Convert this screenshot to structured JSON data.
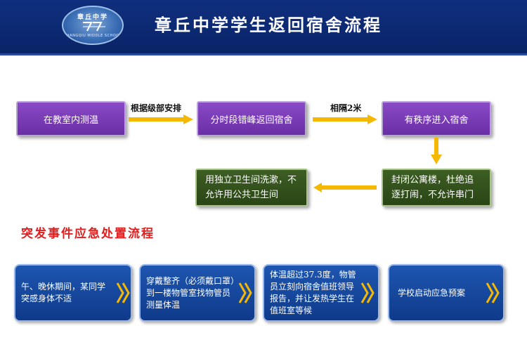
{
  "header": {
    "title": "章丘中学学生返回宿舍流程",
    "logo_text": "章丘中学",
    "logo_subtext": "ZHANGQIU MIDDLE SCHOOL"
  },
  "flow": {
    "step1": "在教室内测温",
    "label1": "根据级部安排",
    "step2": "分时段错峰返回宿舍",
    "label2": "相隔2米",
    "step3": "有秩序进入宿舍",
    "step4": "封闭公寓楼，杜绝追逐打闹，不允许串门",
    "step5": "用独立卫生间洗漱，不允许用公共卫生间"
  },
  "emergency": {
    "title": "突发事件应急处置流程",
    "steps": [
      "午、晚休期间，某同学突感身体不适",
      "穿戴整齐（必须戴口罩）到一楼物管室找物管员测量体温",
      "体温超过37.3度，物管员立刻向宿舍值班领导报告，并让发热学生在值班室等候",
      "学校启动应急预案"
    ]
  },
  "colors": {
    "header": "#0f2f7e",
    "purple_box": "#7a3cb8",
    "green_box": "#33521c",
    "blue_box": "#1a4ea0",
    "arrow": "#f5b800",
    "emergency_title": "#e02020"
  }
}
